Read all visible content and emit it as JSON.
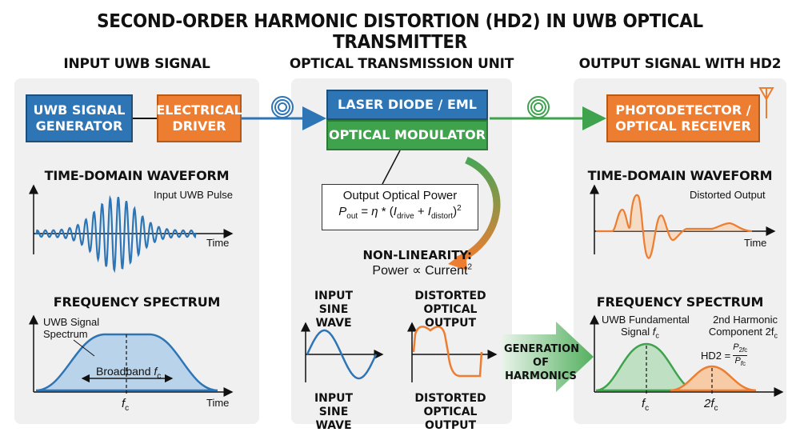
{
  "title": "SECOND-ORDER HARMONIC DISTORTION (HD2) IN UWB OPTICAL TRANSMITTER",
  "panels": {
    "input": {
      "heading": "INPUT UWB SIGNAL",
      "generator": "UWB SIGNAL GENERATOR",
      "driver": "ELECTRICAL DRIVER",
      "time_title": "TIME-DOMAIN WAVEFORM",
      "pulse_label": "Input UWB Pulse",
      "time_axis": "Time",
      "spectrum_title": "FREQUENCY SPECTRUM",
      "spectrum_label_1": "UWB Signal",
      "spectrum_label_2": "Spectrum",
      "broadband": "Broadband",
      "fc": "f",
      "fc_sub": "c",
      "freq_axis": "Time"
    },
    "unit": {
      "heading": "OPTICAL TRANSMISSION UNIT",
      "laser": "LASER DIODE / EML",
      "modulator": "OPTICAL MODULATOR",
      "formula_title": "Output Optical Power",
      "nonlinearity": "NON-LINEARITY:",
      "power_relation": "Power ∝ Current",
      "input_sine_top": "INPUT SINE WAVE",
      "distorted_top": "DISTORTED OPTICAL OUTPUT",
      "input_sine_bottom": "INPUT SINE WAVE",
      "distorted_bottom": "DISTORTED OPTICAL OUTPUT",
      "generation": "GENERATION OF HARMONICS"
    },
    "output": {
      "heading": "OUTPUT SIGNAL WITH HD2",
      "receiver": "PHOTODETECTOR / OPTICAL RECEIVER",
      "time_title": "TIME-DOMAIN WAVEFORM",
      "distorted_label": "Distorted Output",
      "time_axis": "Time",
      "spectrum_title": "FREQUENCY SPECTRUM",
      "fundamental_1": "UWB Fundamental",
      "fundamental_2": "Signal",
      "harmonic_1": "2nd Harmonic",
      "harmonic_2": "Component 2f",
      "hd2": "HD2 =",
      "fc": "f",
      "two_fc": "2f",
      "sub_c": "c"
    }
  },
  "colors": {
    "blue": "#2e75b6",
    "orange": "#ed7d31",
    "green": "#3fa34d"
  }
}
